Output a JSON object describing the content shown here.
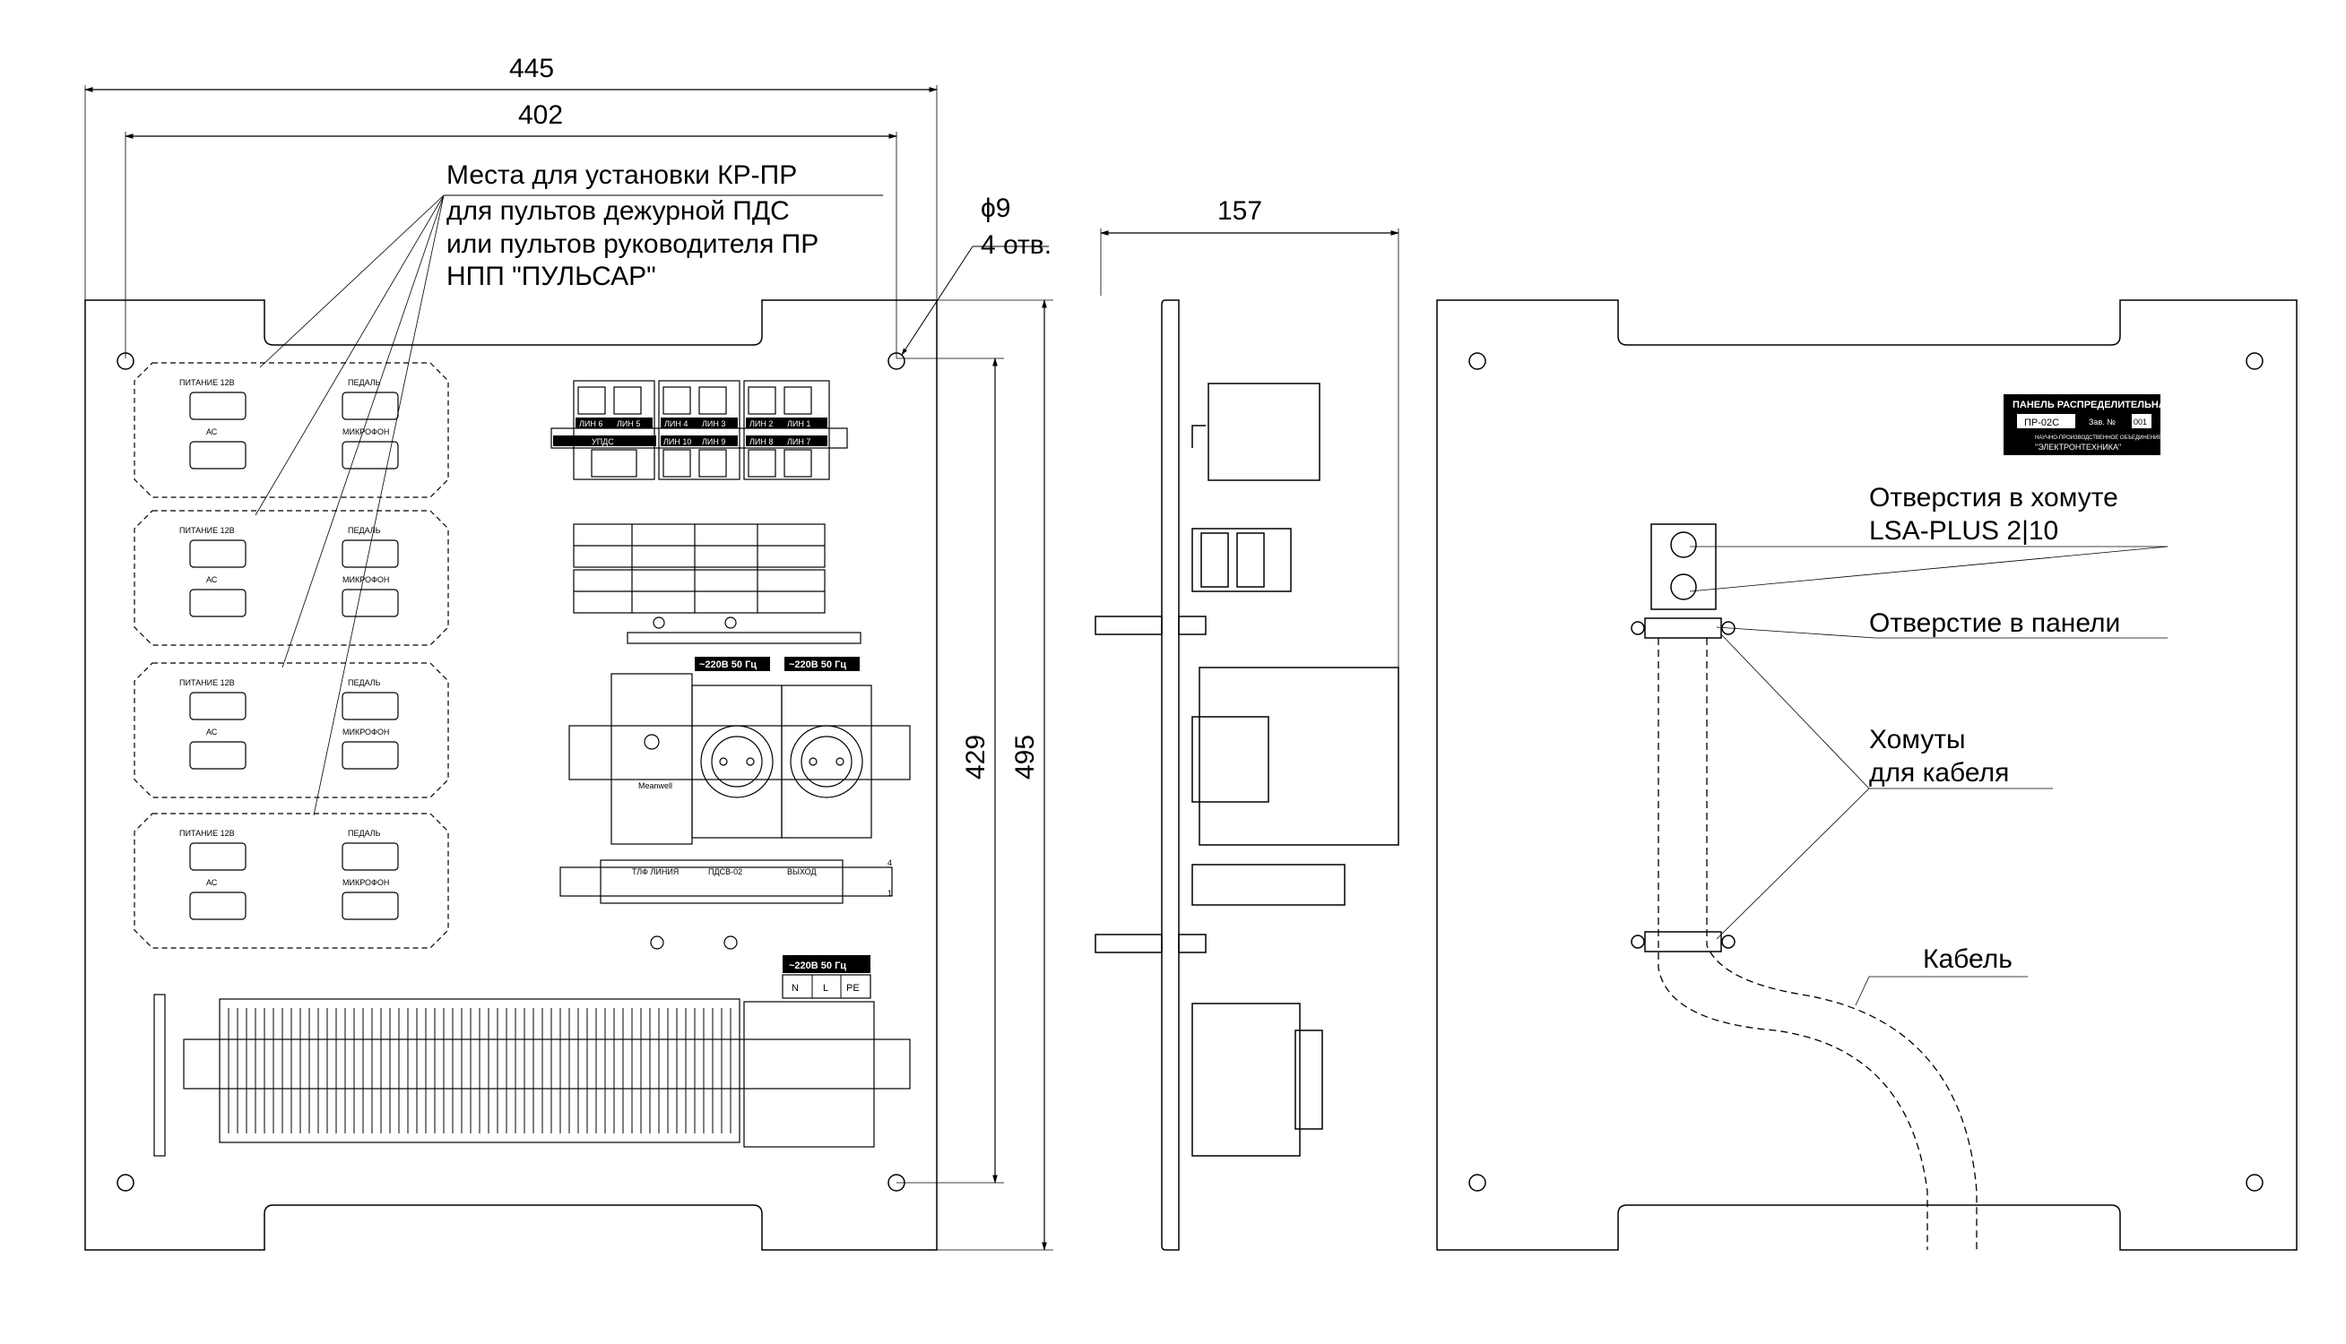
{
  "dimensions": {
    "front_width": "445",
    "inner_width": "402",
    "hole_diameter": "ϕ9",
    "hole_count": "4 отв.",
    "inner_height": "429",
    "front_height": "495",
    "side_depth": "157"
  },
  "callouts": {
    "kr_pr_line1": "Места для установки  КР-ПР",
    "kr_pr_line2": "для пультов дежурной ПДС",
    "kr_pr_line3": "или пультов руководителя ПР",
    "kr_pr_line4": "НПП \"ПУЛЬСАР\"",
    "clamp_holes_line1": "Отверстия в хомуте",
    "clamp_holes_line2": "LSA-PLUS 2|10",
    "panel_hole": "Отверстие в панели",
    "cable_clamps_line1": "Хомуты",
    "cable_clamps_line2": "для кабеля",
    "cable": "Кабель"
  },
  "console_modules": [
    {
      "power": "ПИТАНИЕ 12В",
      "pedal": "ПЕДАЛЬ",
      "ac": "АС",
      "mic": "МИКРОФОН"
    },
    {
      "power": "ПИТАНИЕ 12В",
      "pedal": "ПЕДАЛЬ",
      "ac": "АС",
      "mic": "МИКРОФОН"
    },
    {
      "power": "ПИТАНИЕ 12В",
      "pedal": "ПЕДАЛЬ",
      "ac": "АС",
      "mic": "МИКРОФОН"
    },
    {
      "power": "ПИТАНИЕ 12В",
      "pedal": "ПЕДАЛЬ",
      "ac": "АС",
      "mic": "МИКРОФОН"
    }
  ],
  "line_ports": {
    "top": [
      "ЛИН 6",
      "ЛИН 5",
      "ЛИН 4",
      "ЛИН 3",
      "ЛИН 2",
      "ЛИН 1"
    ],
    "bottom": [
      "УПДС",
      "ЛИН 10",
      "ЛИН 9",
      "ЛИН 8",
      "ЛИН 7"
    ]
  },
  "power_labels": {
    "socket1": "~220В 50 Гц",
    "socket2": "~220В 50 Гц",
    "mains": "~220В 50 Гц",
    "n": "N",
    "l": "L",
    "pe": "PE",
    "psu": "Meanwell"
  },
  "converter": {
    "tlf": "ТЛФ ЛИНИЯ",
    "model": "ПДСВ-02",
    "out": "ВЫХОД",
    "pin_top": "4",
    "pin_bottom": "1"
  },
  "nameplate": {
    "title": "ПАНЕЛЬ РАСПРЕДЕЛИТЕЛЬНАЯ",
    "model": "ПР-02С",
    "serial_label": "Зав. №",
    "serial": "001",
    "org_small": "НАУЧНО-ПРОИЗВОДСТВЕННОЕ ОБЪЕДИНЕНИЕ",
    "org": "\"ЭЛЕКТРОНТЕХНИКА\""
  }
}
